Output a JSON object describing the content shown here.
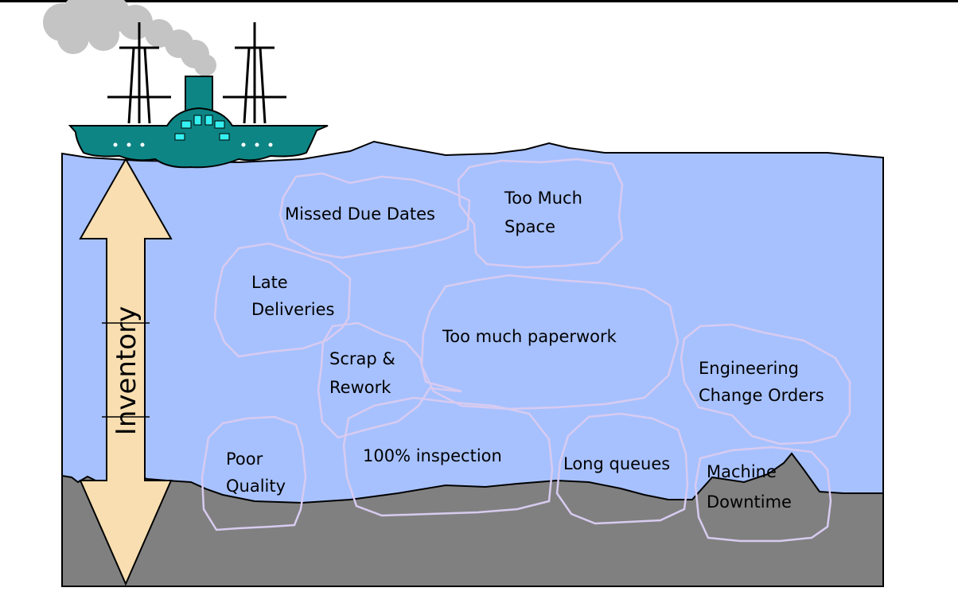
{
  "colors": {
    "water": "#a7c1ff",
    "seabed": "#808080",
    "rock_outline": "#d8cbf0",
    "ship": "#0e8585",
    "smoke": "#c4c4c4",
    "arrow": "#f8deb0",
    "paddle_light": "#35f0f0"
  },
  "diagram": {
    "inventory_label": "Inventory",
    "problems": {
      "missed_due_dates": [
        "Missed Due Dates"
      ],
      "too_much_space": [
        "Too Much",
        "Space"
      ],
      "late_deliveries": [
        "Late",
        "Deliveries"
      ],
      "too_much_paperwork": [
        "Too much paperwork"
      ],
      "scrap_rework": [
        "Scrap &",
        "Rework"
      ],
      "engineering_change_orders": [
        "Engineering",
        "Change Orders"
      ],
      "poor_quality": [
        "Poor",
        "Quality"
      ],
      "inspection": [
        "100% inspection"
      ],
      "long_queues": [
        "Long queues"
      ],
      "machine_downtime": [
        "Machine",
        "Downtime"
      ]
    }
  }
}
